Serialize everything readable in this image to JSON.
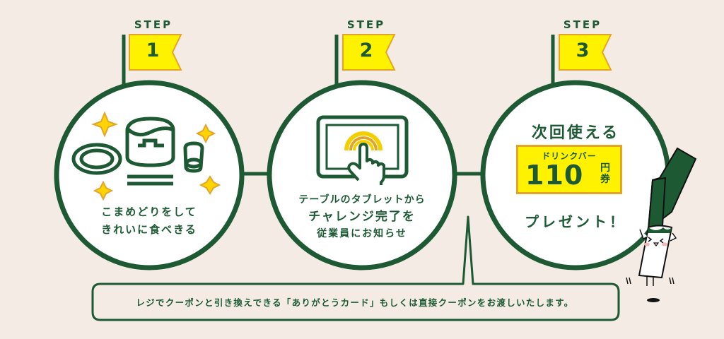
{
  "colors": {
    "background": "#f4ece4",
    "green": "#1d5a34",
    "yellow": "#fff200",
    "flag_border": "#e2a52a",
    "circle_fill": "#ffffff",
    "sparkle": "#f5c400"
  },
  "steps": [
    {
      "label": "STEP",
      "number": "1",
      "icon": "tableware-icon",
      "lines": [
        "こまめどりをして",
        "きれいに食べきる"
      ]
    },
    {
      "label": "STEP",
      "number": "2",
      "icon": "tablet-tap-icon",
      "lines": [
        "テーブルのタブレットから",
        "チャレンジ完了を",
        "従業員にお知らせ"
      ]
    },
    {
      "label": "STEP",
      "number": "3",
      "headline": "次回使える",
      "coupon": {
        "subtitle": "ドリンクバー",
        "amount": "110",
        "unit_top": "円",
        "unit_bottom": "券"
      },
      "footer": "プレゼント！"
    }
  ],
  "note": "レジでクーポンと引き換えできる「ありがとうカード」もしくは直接クーポンをお渡しいたします。",
  "mascot": "green-onion-mascot"
}
